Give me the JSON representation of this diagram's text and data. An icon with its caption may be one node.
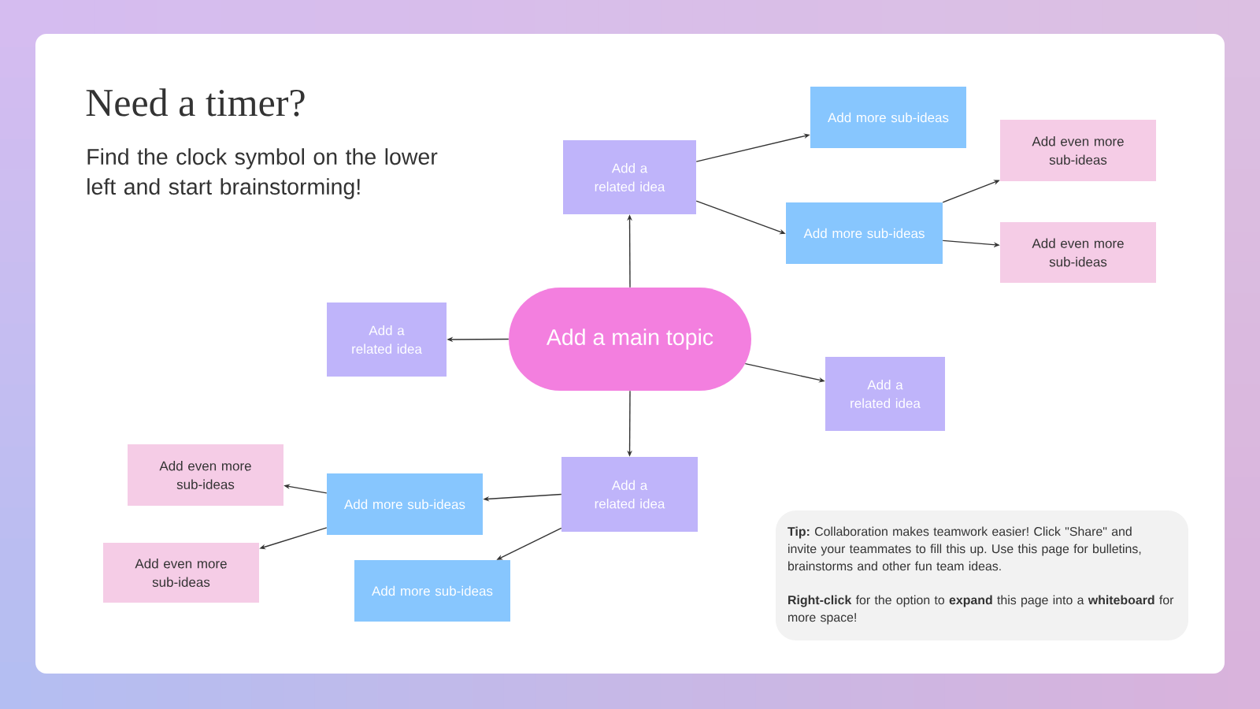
{
  "diagram": {
    "title": "Need a timer?",
    "nodes": [
      {
        "text": [
          "Add a main topic"
        ]
      },
      {
        "text": [
          "Add a related idea"
        ]
      },
      {
        "text": [
          "Add more sub-ideas"
        ]
      },
      {
        "text": [
          "Add more sub-ideas"
        ]
      },
      {
        "text": [
          "Add even more sub-ideas"
        ]
      },
      {
        "text": [
          "Add even more sub-ideas"
        ]
      },
      {
        "text": [
          "Add a related idea"
        ]
      },
      {
        "text": [
          "Add a related idea"
        ]
      },
      {
        "text": [
          "Add a related idea"
        ]
      },
      {
        "text": [
          "Add more sub-ideas"
        ]
      },
      {
        "text": [
          "Add more sub-ideas"
        ]
      },
      {
        "text": [
          "Add even more sub-ideas"
        ]
      },
      {
        "text": [
          "Add even more sub-ideas"
        ]
      },
      {
        "text": [
          "**Tip:** Collaboration makes teamwork easier! Click \"Share\" and invite your teammates to fill this up. Use this page for bulletins, brainstorms and other fun team ideas.",
          "**Right-click** for the option to **expand** this page into a **whiteboard** for more space!"
        ]
      }
    ],
    "edges": [
      {
        "from": 0,
        "to": 1,
        "arrow": "to"
      },
      {
        "from": 1,
        "to": 2,
        "arrow": "to"
      },
      {
        "from": 1,
        "to": 3,
        "arrow": "to"
      },
      {
        "from": 3,
        "to": 4,
        "arrow": "to"
      },
      {
        "from": 3,
        "to": 5,
        "arrow": "to"
      },
      {
        "from": 0,
        "to": 6,
        "arrow": "to"
      },
      {
        "from": 0,
        "to": 7,
        "arrow": "to"
      },
      {
        "from": 0,
        "to": 8,
        "arrow": "to"
      },
      {
        "from": 8,
        "to": 9,
        "arrow": "to"
      },
      {
        "from": 8,
        "to": 10,
        "arrow": "to"
      },
      {
        "from": 9,
        "to": 11,
        "arrow": "to"
      },
      {
        "from": 9,
        "to": 12,
        "arrow": "to"
      }
    ],
    "labels": [
      "Find the clock symbol on the lower left and start brainstorming!"
    ]
  }
}
